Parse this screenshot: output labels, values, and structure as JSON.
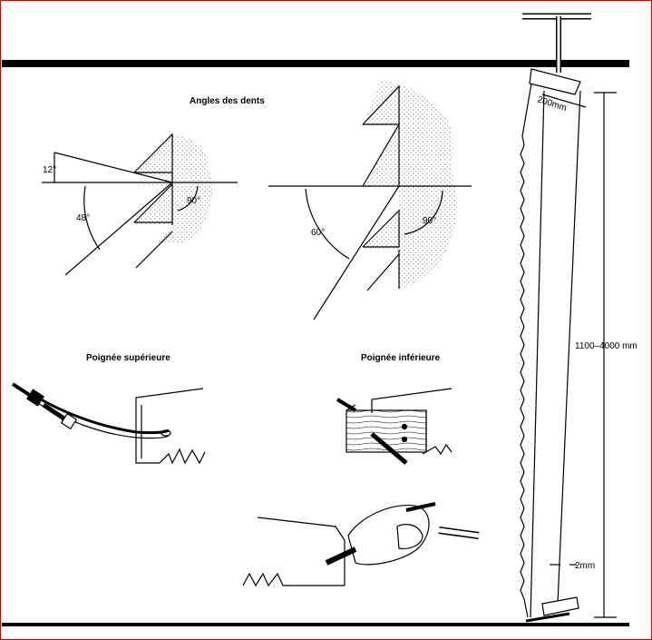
{
  "colors": {
    "frame": "#cc0000",
    "ink": "#000000",
    "stipple": "#9a9a9a"
  },
  "titles": {
    "teeth_angles": "Angles des dents",
    "upper_handle": "Poignée supérieure",
    "lower_handle": "Poignée inférieure"
  },
  "angles_left": {
    "a12": "12°",
    "a48": "48°",
    "a90": "90°"
  },
  "angles_right": {
    "a60": "60°",
    "a90": "90°"
  },
  "dimensions": {
    "width": "200mm",
    "length": "1100–4000 mm",
    "thickness": "2mm"
  }
}
